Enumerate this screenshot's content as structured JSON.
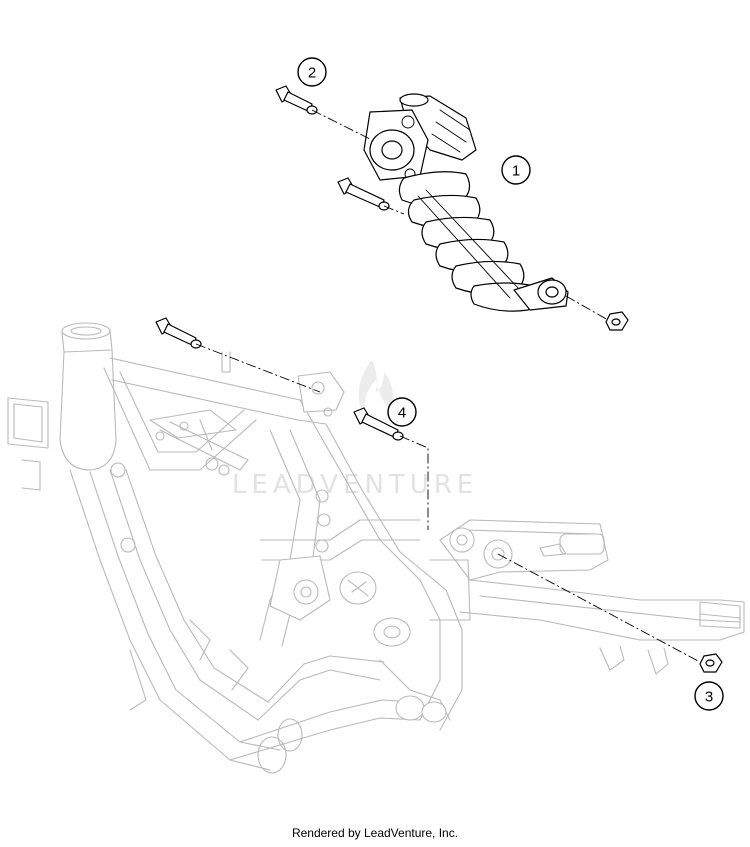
{
  "callouts": [
    {
      "number": "1"
    },
    {
      "number": "2"
    },
    {
      "number": "3"
    },
    {
      "number": "4"
    }
  ],
  "watermark": {
    "text": "LEADVENTURE"
  },
  "footer": {
    "text": "Rendered by LeadVenture, Inc."
  },
  "colors": {
    "line": "#000000",
    "frame": "#b9b9b9",
    "watermark": "#e2e2e2",
    "background": "#ffffff"
  }
}
